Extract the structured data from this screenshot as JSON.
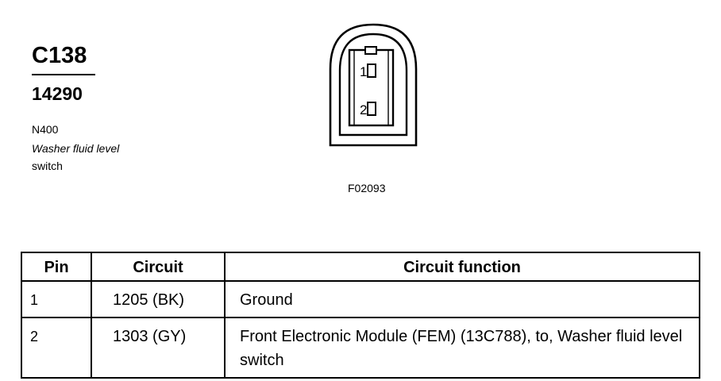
{
  "header": {
    "connector_id": "C138",
    "part_number": "14290",
    "connector_code": "N400",
    "description_line1": "Washer fluid level",
    "description_line2": "switch"
  },
  "diagram": {
    "figure_id": "F02093",
    "pins": [
      {
        "label": "1"
      },
      {
        "label": "2"
      }
    ]
  },
  "table": {
    "headers": {
      "pin": "Pin",
      "circuit": "Circuit",
      "function": "Circuit function"
    },
    "rows": [
      {
        "pin": "1",
        "circuit": "1205 (BK)",
        "function": "Ground"
      },
      {
        "pin": "2",
        "circuit": "1303 (GY)",
        "function": "Front Electronic Module (FEM) (13C788), to, Washer fluid level switch"
      }
    ]
  }
}
